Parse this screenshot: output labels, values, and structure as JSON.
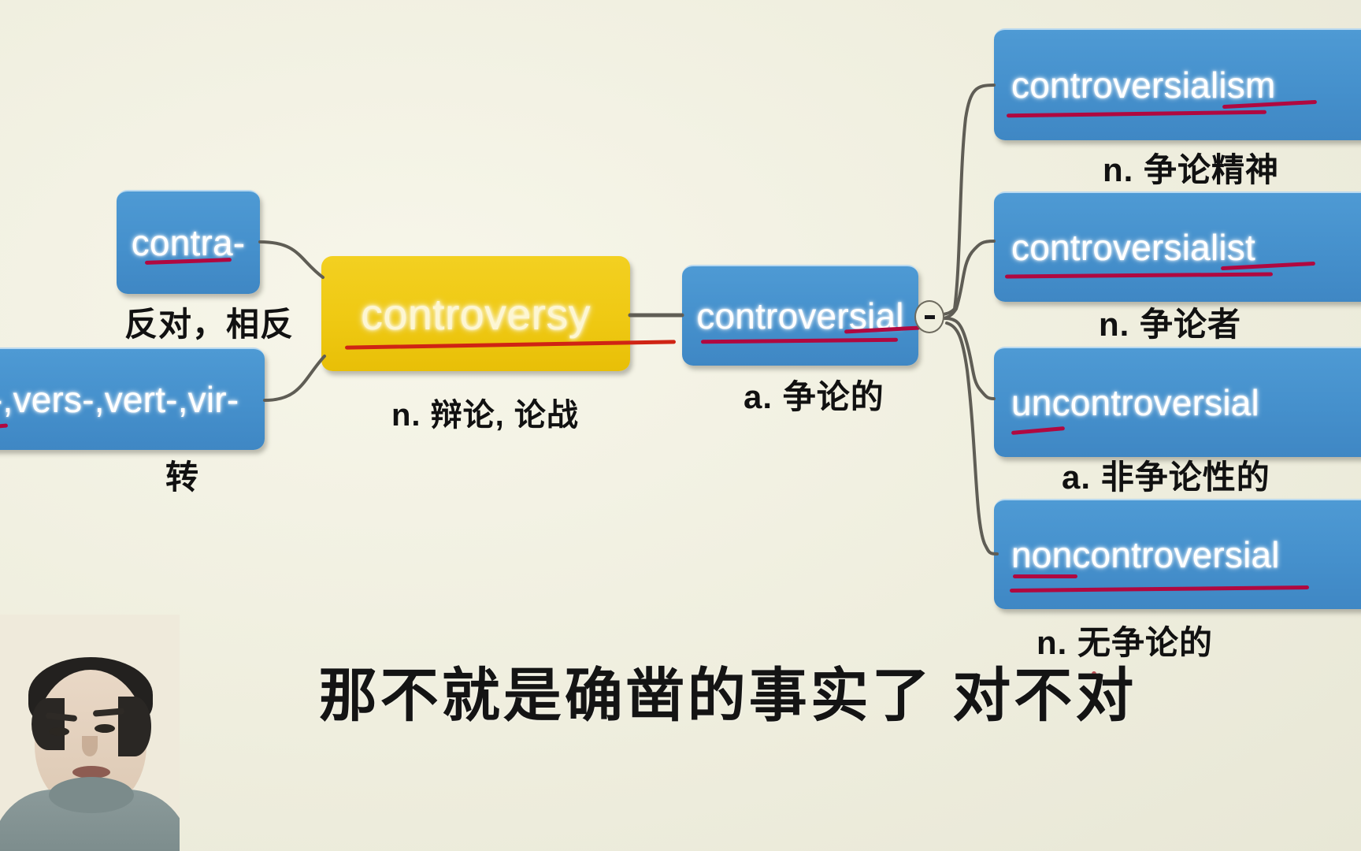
{
  "app": {
    "type": "mindmap-video",
    "background_color": "#efeede",
    "node_blue": "#4590cc",
    "node_yellow": "#efc913",
    "underline_color": "#b00840",
    "connector_color": "#5f5d55"
  },
  "mindmap": {
    "root": {
      "word": "controversy",
      "definition": "n. 辩论, 论战"
    },
    "roots_left": [
      {
        "word": "contra-",
        "definition": "反对，相反"
      },
      {
        "word": "-,vers-,vert-,vir-",
        "definition": "转"
      }
    ],
    "branch": {
      "word": "controversial",
      "definition": "a. 争论的",
      "collapse_icon": "minus-circle-icon"
    },
    "children": [
      {
        "word": "controversialism",
        "definition": "n. 争论精神"
      },
      {
        "word": "controversialist",
        "definition": "n. 争论者"
      },
      {
        "word": "uncontroversial",
        "definition": "a. 非争论性的"
      },
      {
        "word": "noncontroversial",
        "definition": "n. 无争论的"
      }
    ]
  },
  "subtitle": {
    "text": "那不就是确凿的事实了  对不对"
  },
  "presenter": {
    "label": "presenter-video"
  }
}
